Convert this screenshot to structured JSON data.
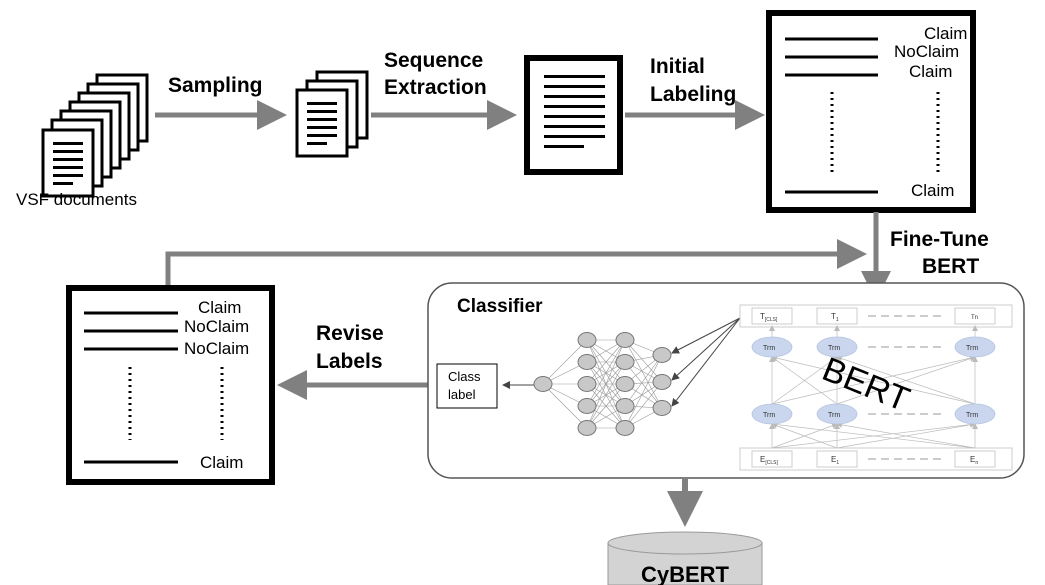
{
  "steps": {
    "sampling": "Sampling",
    "sequence_line1": "Sequence",
    "sequence_line2": "Extraction",
    "initial_line1": "Initial",
    "initial_line2": "Labeling",
    "finetune_line1": "Fine-Tune",
    "finetune_line2": "BERT",
    "revise_line1": "Revise",
    "revise_line2": "Labels"
  },
  "documents_label": "VSF documents",
  "initial_labels": {
    "row1": "Claim",
    "row2": "NoClaim",
    "row3": "Claim",
    "last": "Claim"
  },
  "revised_labels": {
    "row1": "Claim",
    "row2": "NoClaim",
    "row3": "NoClaim",
    "last": "Claim"
  },
  "classifier": {
    "title": "Classifier",
    "class_label_line1": "Class",
    "class_label_line2": "label"
  },
  "bert": {
    "name": "BERT",
    "t_cls": "T",
    "t_cls_sub": "[CLS]",
    "t1": "T",
    "t1_sub": "1",
    "tn": "Tn",
    "trm": "Trm",
    "e_cls": "E",
    "e_cls_sub": "[CLS]",
    "e1": "E",
    "e1_sub": "1",
    "en": "E",
    "en_sub": "n"
  },
  "output_model": "CyBERT",
  "colors": {
    "arrow": "#808080",
    "trm_fill": "#c9d6ee",
    "node_fill": "#c8c8c8",
    "cylinder_fill": "#d3d3d3"
  }
}
